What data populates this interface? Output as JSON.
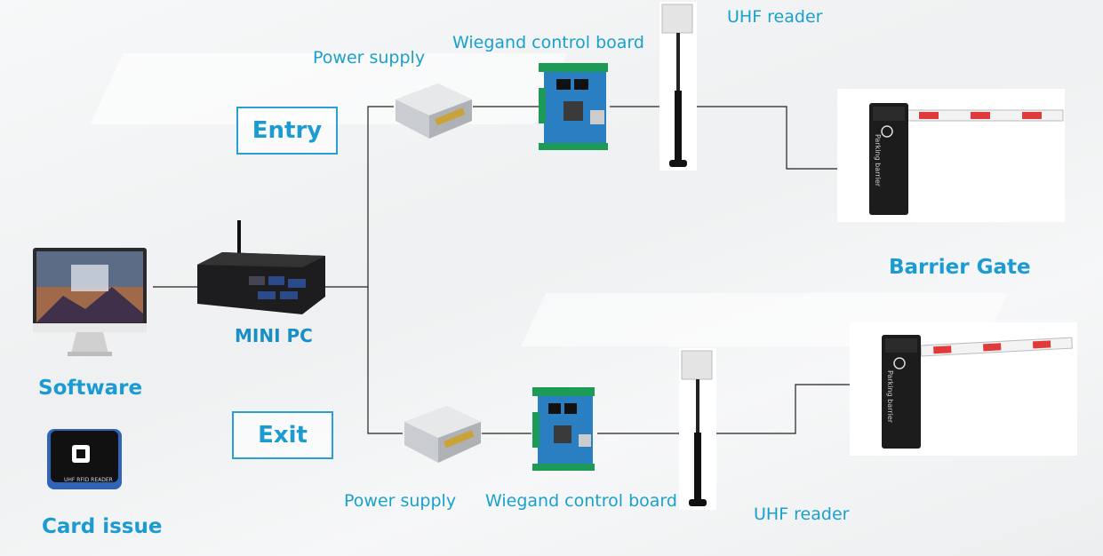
{
  "labels": {
    "entry": "Entry",
    "exit": "Exit",
    "software": "Software",
    "card_issue": "Card issue",
    "mini_pc": "MINI PC",
    "power_supply_top": "Power supply",
    "power_supply_bottom": "Power supply",
    "wiegand_top": "Wiegand control board",
    "wiegand_bottom": "Wiegand control board",
    "uhf_top": "UHF reader",
    "uhf_bottom": "UHF reader",
    "barrier_gate": "Barrier Gate",
    "parking_barrier_text": "Parking barrier",
    "card_reader_text": "UHF RFID READER"
  },
  "colors": {
    "label": "#1aa0cc",
    "box_border": "#2a9fd6",
    "wire": "#222222",
    "arm_red": "#e03a3a"
  }
}
